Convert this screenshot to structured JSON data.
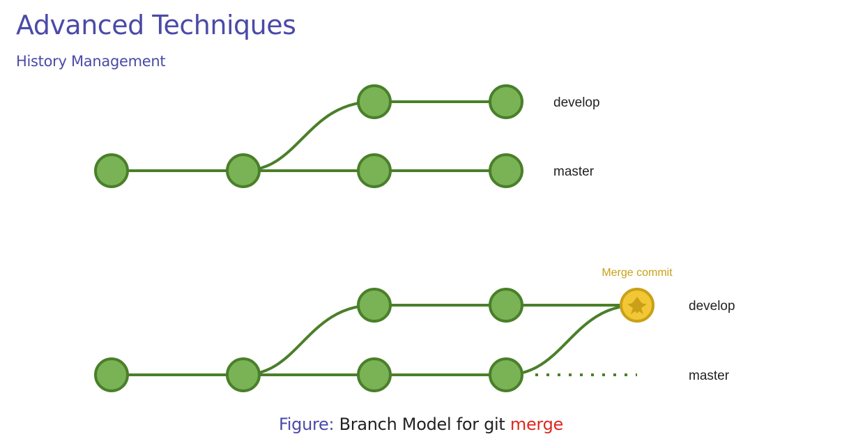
{
  "header": {
    "title": "Advanced Techniques",
    "subtitle": "History Management"
  },
  "diagram": {
    "top": {
      "branch_labels": {
        "develop": "develop",
        "master": "master"
      }
    },
    "bottom": {
      "merge_label": "Merge commit",
      "branch_labels": {
        "develop": "develop",
        "master": "master"
      }
    }
  },
  "caption": {
    "prefix": "Figure:",
    "text": "Branch Model for git",
    "keyword": "merge"
  },
  "colors": {
    "title": "#4a4aa8",
    "branch_line": "#4a7f2a",
    "commit_fill": "#7ab356",
    "merge_fill": "#f2c735",
    "merge_stroke": "#c9a017",
    "merge_label": "#c9a017",
    "caption_text": "#222222",
    "caption_keyword": "#e0261f"
  },
  "icons": {
    "merge_commit": "star-icon"
  }
}
